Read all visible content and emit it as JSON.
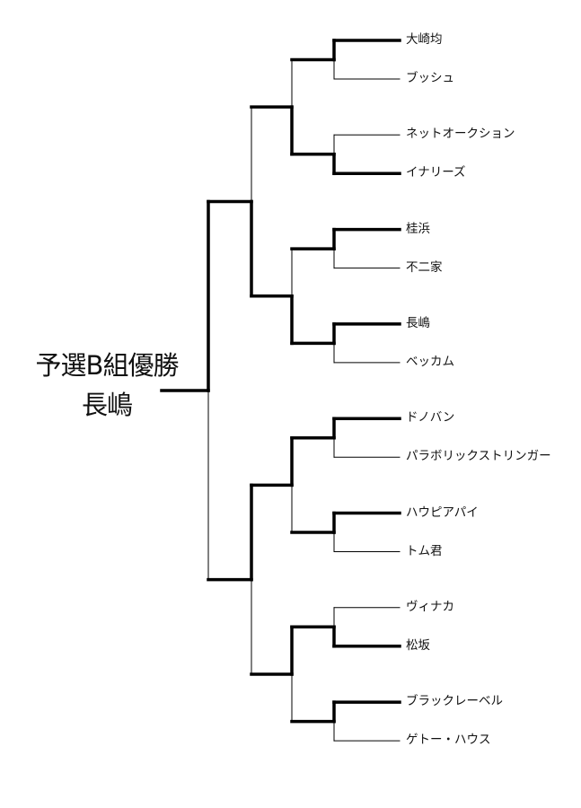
{
  "title": {
    "line1": "予選B組優勝",
    "line2": "長嶋"
  },
  "entrants": [
    "大崎均",
    "ブッシュ",
    "ネットオークション",
    "イナリーズ",
    "桂浜",
    "不二家",
    "長嶋",
    "ベッカム",
    "ドノバン",
    "パラボリックストリンガー",
    "ハウピアパイ",
    "トム君",
    "ヴィナカ",
    "松坂",
    "ブラックレーベル",
    "ゲトー・ハウス"
  ],
  "results": {
    "round1_winner_side": [
      0,
      1,
      0,
      0,
      0,
      0,
      1,
      0
    ],
    "round2_winner_side": [
      1,
      1,
      0,
      0
    ],
    "round3_winner_side": [
      1,
      0
    ],
    "final_winner_side": [
      0
    ]
  },
  "champion": "長嶋",
  "colors": {
    "line": "#000000",
    "background": "#ffffff"
  }
}
